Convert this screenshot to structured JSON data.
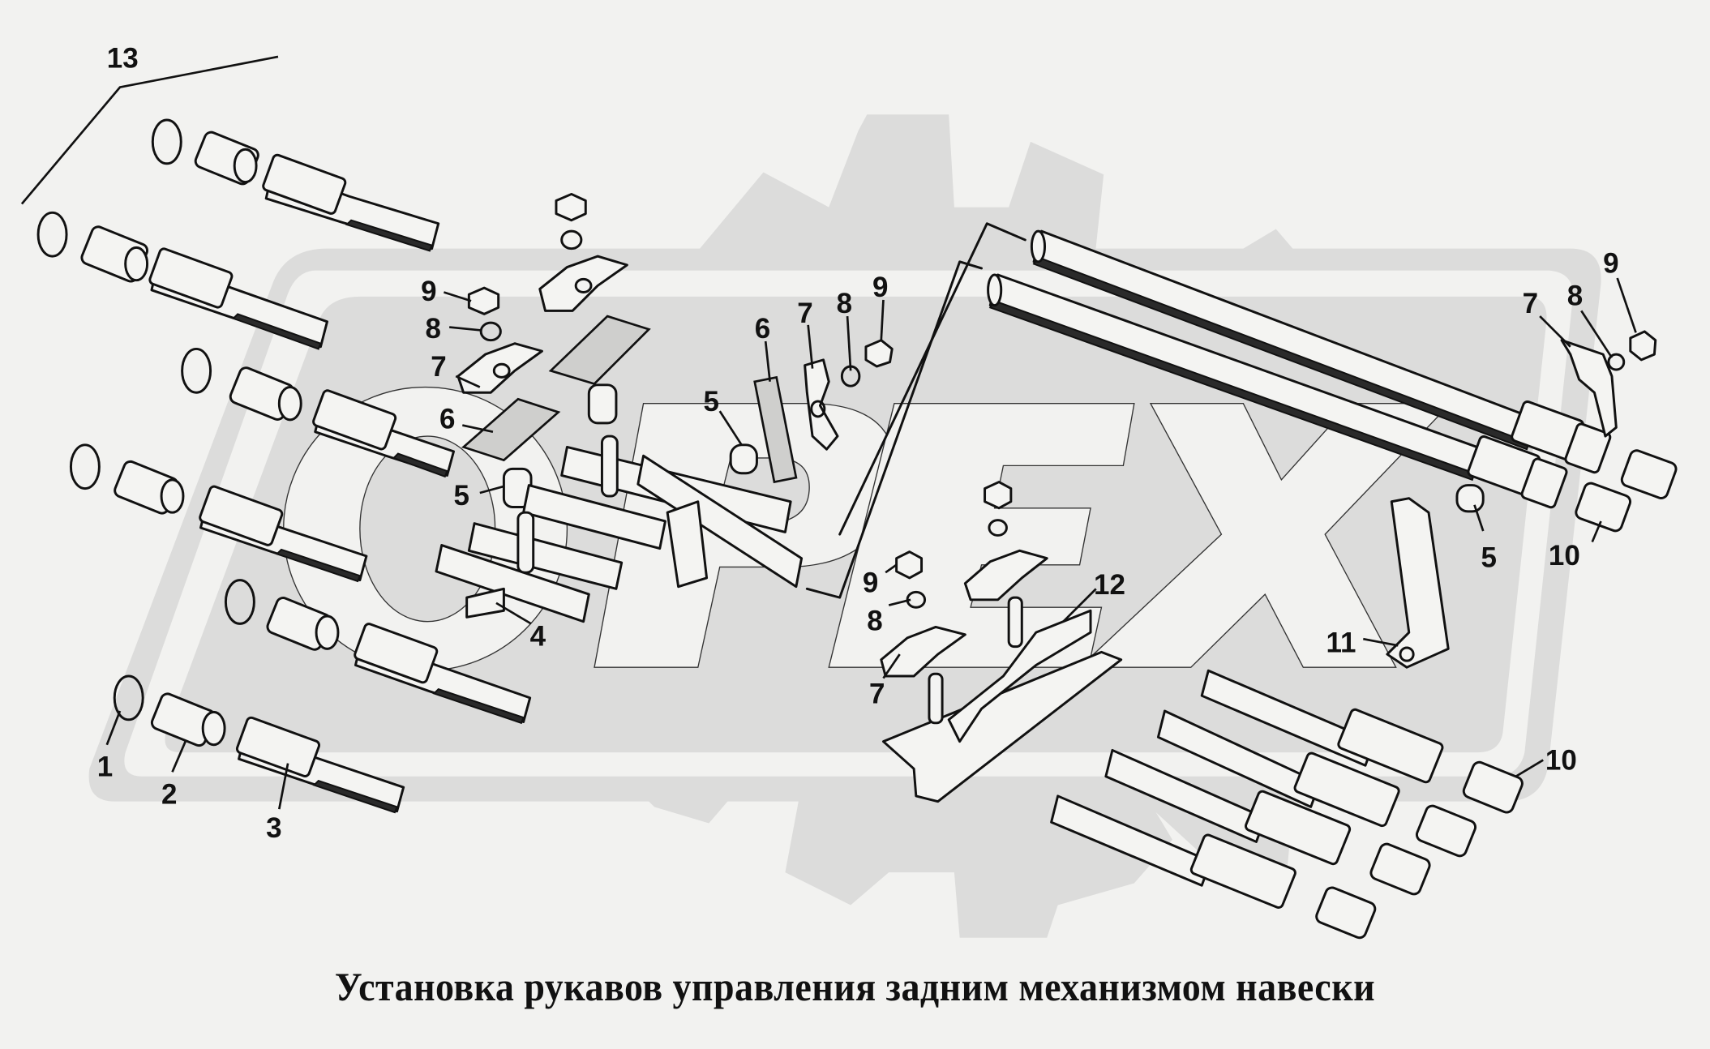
{
  "caption": "Установка рукавов управления задним механизмом навески",
  "watermark": {
    "text": "OPEX",
    "shape": "gear-frame",
    "color": "#dcdcdb"
  },
  "colors": {
    "background": "#f2f2f0",
    "ink": "#111111",
    "watermark": "#dcdcdb"
  },
  "callouts": [
    {
      "id": "c13",
      "label": "13",
      "part": "hose-assembly-set"
    },
    {
      "id": "c1",
      "label": "1",
      "part": "o-ring"
    },
    {
      "id": "c2",
      "label": "2",
      "part": "adapter-fitting"
    },
    {
      "id": "c3",
      "label": "3",
      "part": "hose"
    },
    {
      "id": "c4",
      "label": "4",
      "part": "hose-bundle-clamp"
    },
    {
      "id": "c5a",
      "label": "5",
      "part": "spacer-bushing"
    },
    {
      "id": "c5b",
      "label": "5",
      "part": "spacer-bushing"
    },
    {
      "id": "c5c",
      "label": "5",
      "part": "spacer-bushing"
    },
    {
      "id": "c6a",
      "label": "6",
      "part": "rubber-pad"
    },
    {
      "id": "c6b",
      "label": "6",
      "part": "rubber-pad"
    },
    {
      "id": "c7a",
      "label": "7",
      "part": "clamp"
    },
    {
      "id": "c7b",
      "label": "7",
      "part": "clamp"
    },
    {
      "id": "c7c",
      "label": "7",
      "part": "clamp"
    },
    {
      "id": "c7d",
      "label": "7",
      "part": "clamp"
    },
    {
      "id": "c8a",
      "label": "8",
      "part": "spring-washer"
    },
    {
      "id": "c8b",
      "label": "8",
      "part": "spring-washer"
    },
    {
      "id": "c8c",
      "label": "8",
      "part": "spring-washer"
    },
    {
      "id": "c8d",
      "label": "8",
      "part": "spring-washer"
    },
    {
      "id": "c9a",
      "label": "9",
      "part": "nut"
    },
    {
      "id": "c9b",
      "label": "9",
      "part": "nut"
    },
    {
      "id": "c9c",
      "label": "9",
      "part": "nut"
    },
    {
      "id": "c9d",
      "label": "9",
      "part": "nut"
    },
    {
      "id": "c10a",
      "label": "10",
      "part": "adapter-fitting"
    },
    {
      "id": "c10b",
      "label": "10",
      "part": "adapter-fitting"
    },
    {
      "id": "c11",
      "label": "11",
      "part": "bracket"
    },
    {
      "id": "c12",
      "label": "12",
      "part": "mounting-plate"
    }
  ]
}
